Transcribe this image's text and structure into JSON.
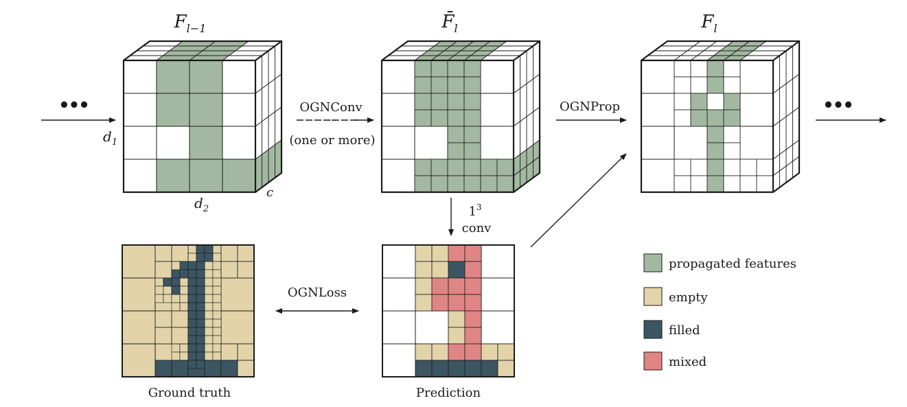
{
  "cubes": {
    "f_prev": {
      "symbol": "F",
      "subscript": "l−1"
    },
    "f_bar": {
      "symbol": "F̄",
      "subscript": "l"
    },
    "f_next": {
      "symbol": "F",
      "subscript": "l"
    },
    "dims": {
      "d1": {
        "symbol": "d",
        "subscript": "1"
      },
      "d2": {
        "symbol": "d",
        "subscript": "2"
      },
      "c": "c"
    }
  },
  "operations": {
    "ogn_conv": "OGNConv",
    "ogn_conv_dots": "···",
    "ogn_conv_note": "(one or more)",
    "ogn_prop": "OGNProp",
    "conv_size": "1",
    "conv_exp": "3",
    "conv_word": "conv",
    "ogn_loss": "OGNLoss",
    "ellipsis_left": "•••",
    "ellipsis_right": "•••"
  },
  "grids": {
    "ground_truth_label": "Ground truth",
    "prediction_label": "Prediction"
  },
  "legend": [
    {
      "key": "propagated",
      "label": "propagated features",
      "color": "#a3b8a0"
    },
    {
      "key": "empty",
      "label": "empty",
      "color": "#e2d3a9"
    },
    {
      "key": "filled",
      "label": "filled",
      "color": "#3c5562"
    },
    {
      "key": "mixed",
      "label": "mixed",
      "color": "#e08585"
    }
  ],
  "colors": {
    "propagated": "#a3b8a0",
    "empty": "#e2d3a9",
    "filled": "#3c5562",
    "mixed": "#e08585",
    "line": "#1a1a1a"
  }
}
